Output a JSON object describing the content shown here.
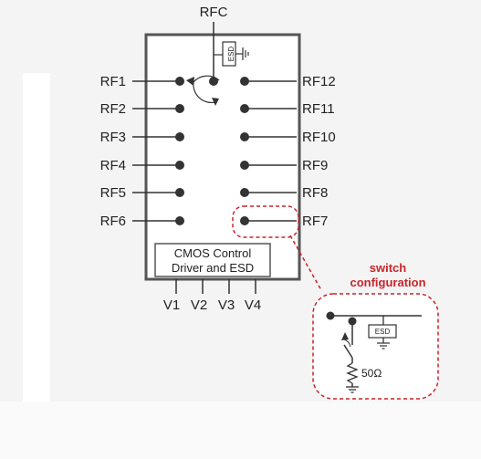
{
  "diagram": {
    "rfc_label": "RFC",
    "esd_label": "ESD",
    "left_ports": [
      "RF1",
      "RF2",
      "RF3",
      "RF4",
      "RF5",
      "RF6"
    ],
    "right_ports": [
      "RF12",
      "RF11",
      "RF10",
      "RF9",
      "RF8",
      "RF7"
    ],
    "control_block": {
      "line1": "CMOS Control",
      "line2": "Driver and ESD"
    },
    "control_pins": [
      "V1",
      "V2",
      "V3",
      "V4"
    ],
    "callout": {
      "title_line1": "switch",
      "title_line2": "configuration",
      "esd_label": "ESD",
      "resistor_label": "50Ω"
    },
    "colors": {
      "chip_outline": "#555555",
      "chip_fill": "#ffffff",
      "line": "#333333",
      "accent_red": "#c9252c",
      "background": "#f4f4f4"
    }
  }
}
